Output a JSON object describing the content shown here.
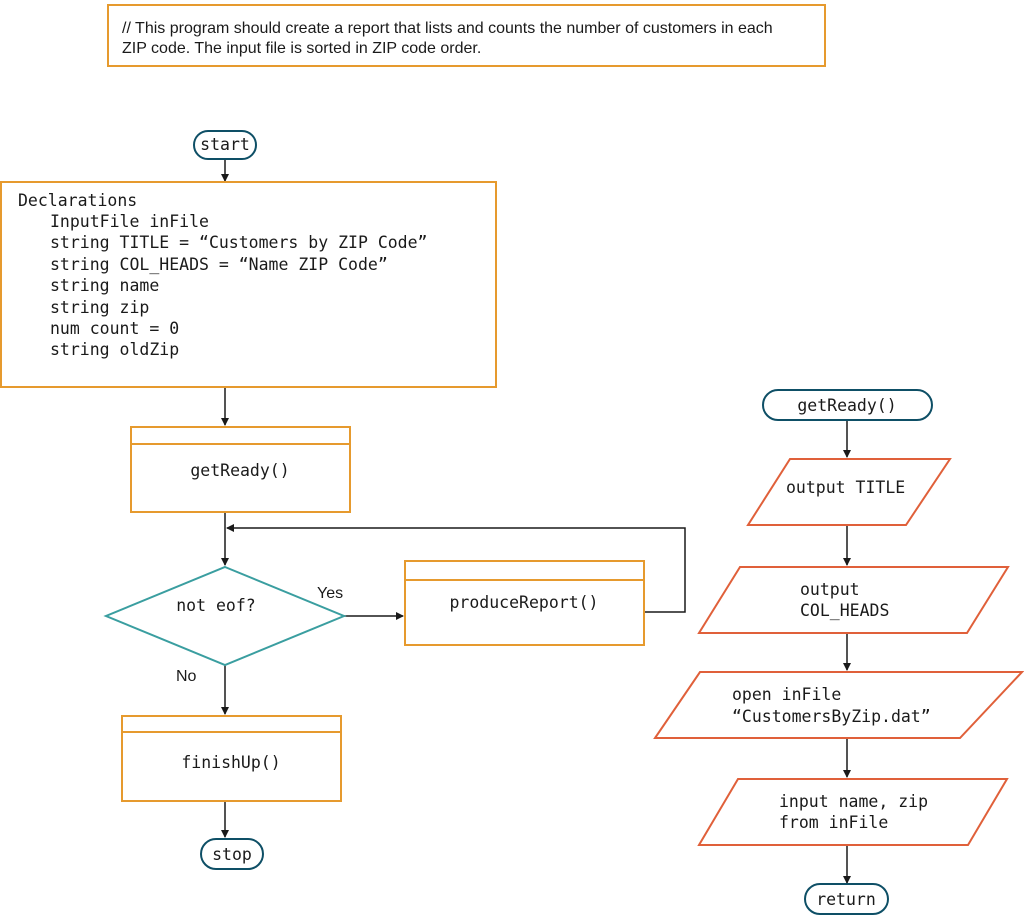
{
  "comment": {
    "line1": "// This program should create a report that lists and counts the number of customers in each",
    "line2": "ZIP code. The input file is sorted in ZIP code order."
  },
  "main_flow": {
    "start": "start",
    "declarations": {
      "title": "Declarations",
      "lines": [
        "InputFile inFile",
        "string TITLE = “Customers by ZIP Code”",
        "string COL_HEADS = “Name ZIP Code”",
        "string name",
        "string zip",
        "num count = 0",
        "string oldZip"
      ]
    },
    "get_ready_call": "getReady()",
    "decision": "not eof?",
    "yes_label": "Yes",
    "no_label": "No",
    "produce_report_call": "produceReport()",
    "finish_up_call": "finishUp()",
    "stop": "stop"
  },
  "get_ready_module": {
    "header": "getReady()",
    "steps": [
      [
        "output TITLE"
      ],
      [
        "output",
        "COL_HEADS"
      ],
      [
        "open inFile",
        "“CustomersByZip.dat”"
      ],
      [
        "input name, zip",
        "from inFile"
      ]
    ],
    "return": "return"
  },
  "colors": {
    "process_border": "#e69a2e",
    "decision_border": "#3a9ea0",
    "io_border": "#e0603a",
    "terminal_border": "#0e4f66",
    "line": "#1a1a1a"
  }
}
